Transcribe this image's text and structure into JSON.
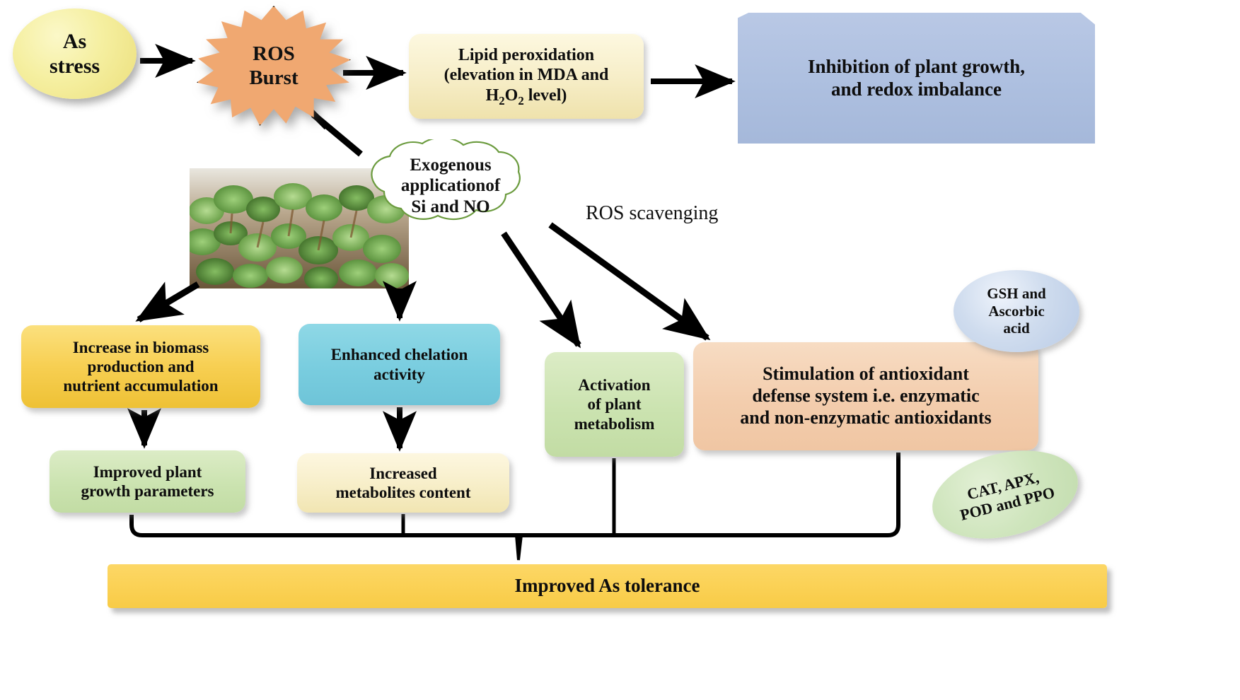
{
  "diagram": {
    "title": "Arsenic stress tolerance mechanism via exogenous Si and NO",
    "nodes": {
      "as_stress": {
        "label": "As\nstress",
        "shape": "ellipse",
        "color": "#f1e88a"
      },
      "ros_burst": {
        "label": "ROS\nBurst",
        "shape": "starburst",
        "color": "#f0a871"
      },
      "lipid_peroxidation": {
        "line1": "Lipid peroxidation",
        "line2": "(elevation in MDA and",
        "line3_pre": "H",
        "line3_sub1": "2",
        "line3_mid": "O",
        "line3_sub2": "2",
        "line3_post": " level)",
        "shape": "rounded-rect",
        "color": "#f6edc6"
      },
      "inhibition": {
        "line1": "Inhibition of plant growth,",
        "line2": "and redox imbalance",
        "shape": "beveled-rect",
        "color": "#aec0e0"
      },
      "cloud": {
        "line1": "Exogenous",
        "line2": "applicationof",
        "line3": "Si and NO",
        "shape": "cloud",
        "outline": "#6b9b3e",
        "fill": "#ffffff"
      },
      "biomass": {
        "line1": "Increase in biomass",
        "line2": "production and",
        "line3": "nutrient accumulation",
        "shape": "rounded-rect",
        "color": "#f7cf52"
      },
      "chelation": {
        "line1": "Enhanced chelation",
        "line2": "activity",
        "shape": "rounded-rect",
        "color": "#79cddf"
      },
      "activation": {
        "line1": "Activation",
        "line2": "of plant",
        "line3": "metabolism",
        "shape": "rounded-rect",
        "color": "#cbe3b0"
      },
      "antioxidant": {
        "line1": "Stimulation of antioxidant",
        "line2": "defense system i.e. enzymatic",
        "line3": "and non-enzymatic antioxidants",
        "shape": "rounded-rect",
        "color": "#f3cdad"
      },
      "improved_growth": {
        "line1": "Improved plant",
        "line2": "growth parameters",
        "shape": "rounded-rect",
        "color": "#cbe3b0"
      },
      "metabolites": {
        "line1": "Increased",
        "line2": "metabolites content",
        "shape": "rounded-rect",
        "color": "#f7eec8"
      },
      "gsh": {
        "line1": "GSH and",
        "line2": "Ascorbic",
        "line3": "acid",
        "shape": "ellipse",
        "color": "#cfdcee"
      },
      "cat_apx": {
        "line1": "CAT, APX,",
        "line2": "POD and PPO",
        "shape": "ellipse",
        "color": "#cfe5bd"
      },
      "tolerance": {
        "label": "Improved As tolerance",
        "shape": "bar",
        "color": "#fbd257"
      }
    },
    "edge_labels": {
      "ros_scavenging": "ROS scavenging"
    },
    "image": {
      "plant_photo_alt": "plant-seedlings-photo"
    }
  }
}
